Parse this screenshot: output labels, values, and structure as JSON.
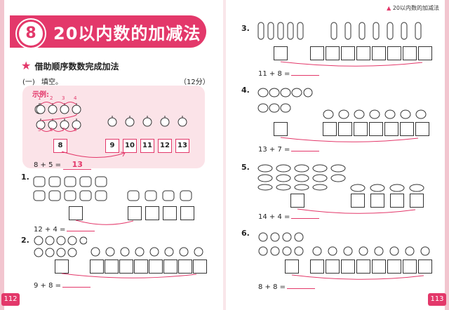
{
  "left_page": {
    "lesson_number": "8",
    "lesson_title": "20以内数的加减法",
    "section_title": "借助顺序数数完成加法",
    "part_label": "(一)",
    "part_title": "填空。",
    "part_score": "（12分）",
    "example_label": "示例:",
    "example": {
      "counts": [
        "1",
        "2",
        "3",
        "4",
        "5",
        "6",
        "7",
        "8"
      ],
      "start_box": "8",
      "boxes": [
        "9",
        "10",
        "11",
        "12",
        "13"
      ],
      "equation": "8 + 5 =",
      "answer": "13"
    },
    "questions": [
      {
        "num": "1.",
        "equation": "12 + 4 =",
        "icon": "cat-icon"
      },
      {
        "num": "2.",
        "equation": "9 + 8 =",
        "icon": "basketball-icon"
      }
    ],
    "page_number": "112"
  },
  "right_page": {
    "header": "20以内数的加减法",
    "questions": [
      {
        "num": "3.",
        "equation": "11 + 8 =",
        "icon": "paperclip-icon"
      },
      {
        "num": "4.",
        "equation": "13 + 7 =",
        "icon": "acorn-icon"
      },
      {
        "num": "5.",
        "equation": "14 + 4 =",
        "icon": "fish-icon"
      },
      {
        "num": "6.",
        "equation": "8 + 8 =",
        "icon": "apple-icon"
      }
    ],
    "page_number": "113"
  },
  "colors": {
    "accent": "#e3386a",
    "example_bg": "#fbe3e8"
  }
}
